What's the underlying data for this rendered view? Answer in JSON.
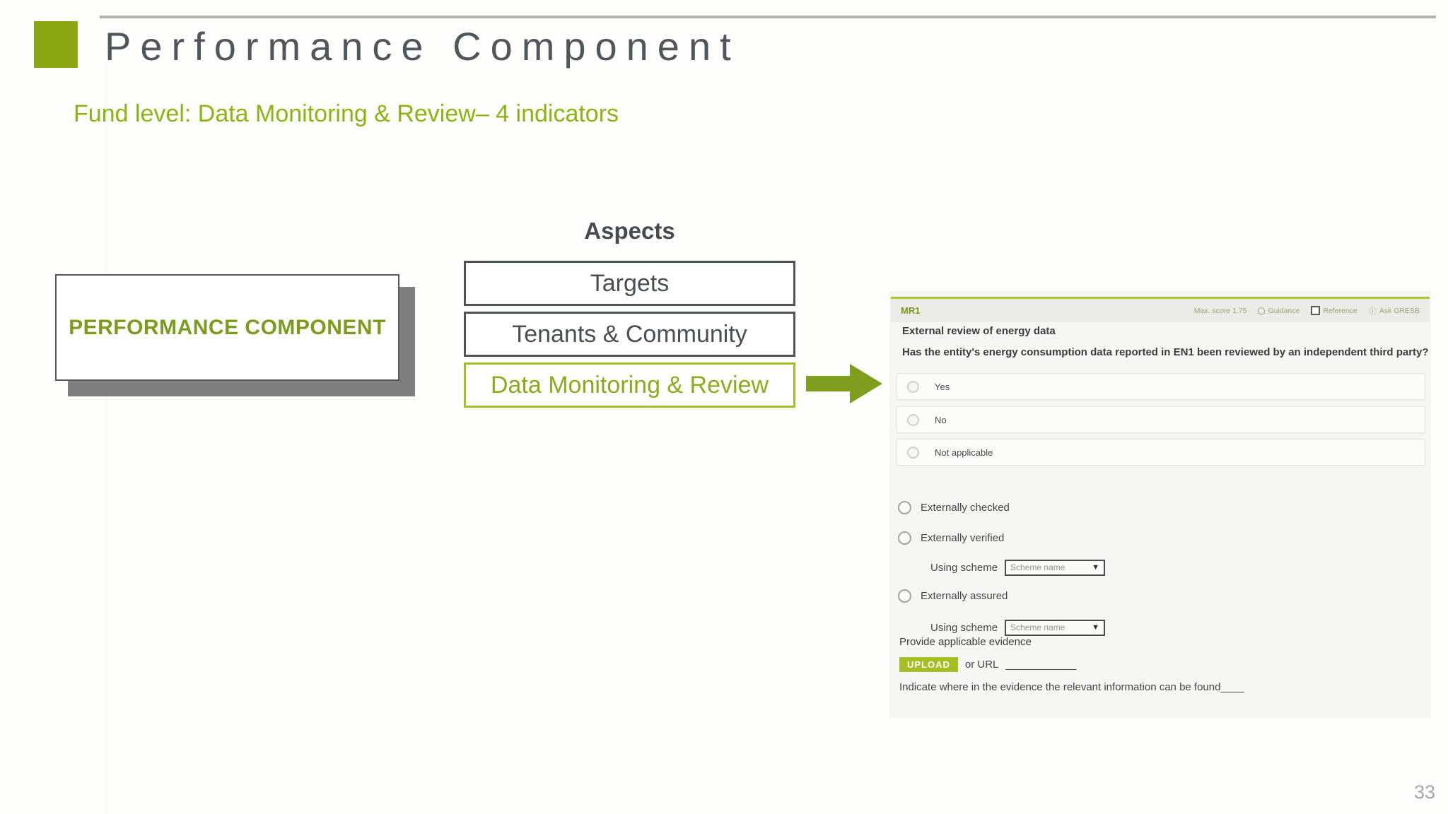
{
  "slide": {
    "title": "Performance Component",
    "subtitle": "Fund level: Data Monitoring & Review– 4 indicators",
    "page_number": "33",
    "performance_box_label": "PERFORMANCE COMPONENT",
    "aspects": {
      "heading": "Aspects",
      "items": [
        {
          "label": "Targets",
          "highlighted": false
        },
        {
          "label": "Tenants & Community",
          "highlighted": false
        },
        {
          "label": "Data Monitoring & Review",
          "highlighted": true
        }
      ]
    }
  },
  "form": {
    "indicator_code": "MR1",
    "header_meta": {
      "max_score": "Max. score 1.75",
      "guidance": "Guidance",
      "reference": "Reference",
      "ask": "Ask GRESB"
    },
    "title": "External review of energy data",
    "question": "Has the entity's energy consumption data reported in EN1 been reviewed by an independent third party?",
    "main_options": [
      "Yes",
      "No",
      "Not applicable"
    ],
    "sub_options": [
      "Externally checked",
      "Externally verified",
      "Externally assured"
    ],
    "using_scheme_label": "Using scheme",
    "scheme_dropdown_value": "Scheme name",
    "evidence_label": "Provide applicable evidence",
    "upload_label": "UPLOAD",
    "or_url_label": "or URL",
    "url_blank": "____________",
    "indicate_label": "Indicate where in the evidence the relevant information can be found",
    "indicate_blank": "____"
  },
  "icons": {
    "dropdown_arrow": "▼",
    "info": "ⓘ"
  },
  "colors": {
    "accent_green": "#8ca714",
    "subtitle_green": "#8cb414",
    "highlight_border_green": "#a2bf27",
    "highlight_text_green": "#8aac1c",
    "arrow_green": "#7f9e1d",
    "upload_green": "#a4bf24",
    "form_rule_green": "#a9c42c",
    "dark_text": "#4a4f54",
    "title_text": "#50565c",
    "top_rule_gray": "#b2b2b2",
    "shadow_gray": "#7f7f7f",
    "header_bar": "#ebebe8",
    "form_background": "#f6f6f4"
  }
}
